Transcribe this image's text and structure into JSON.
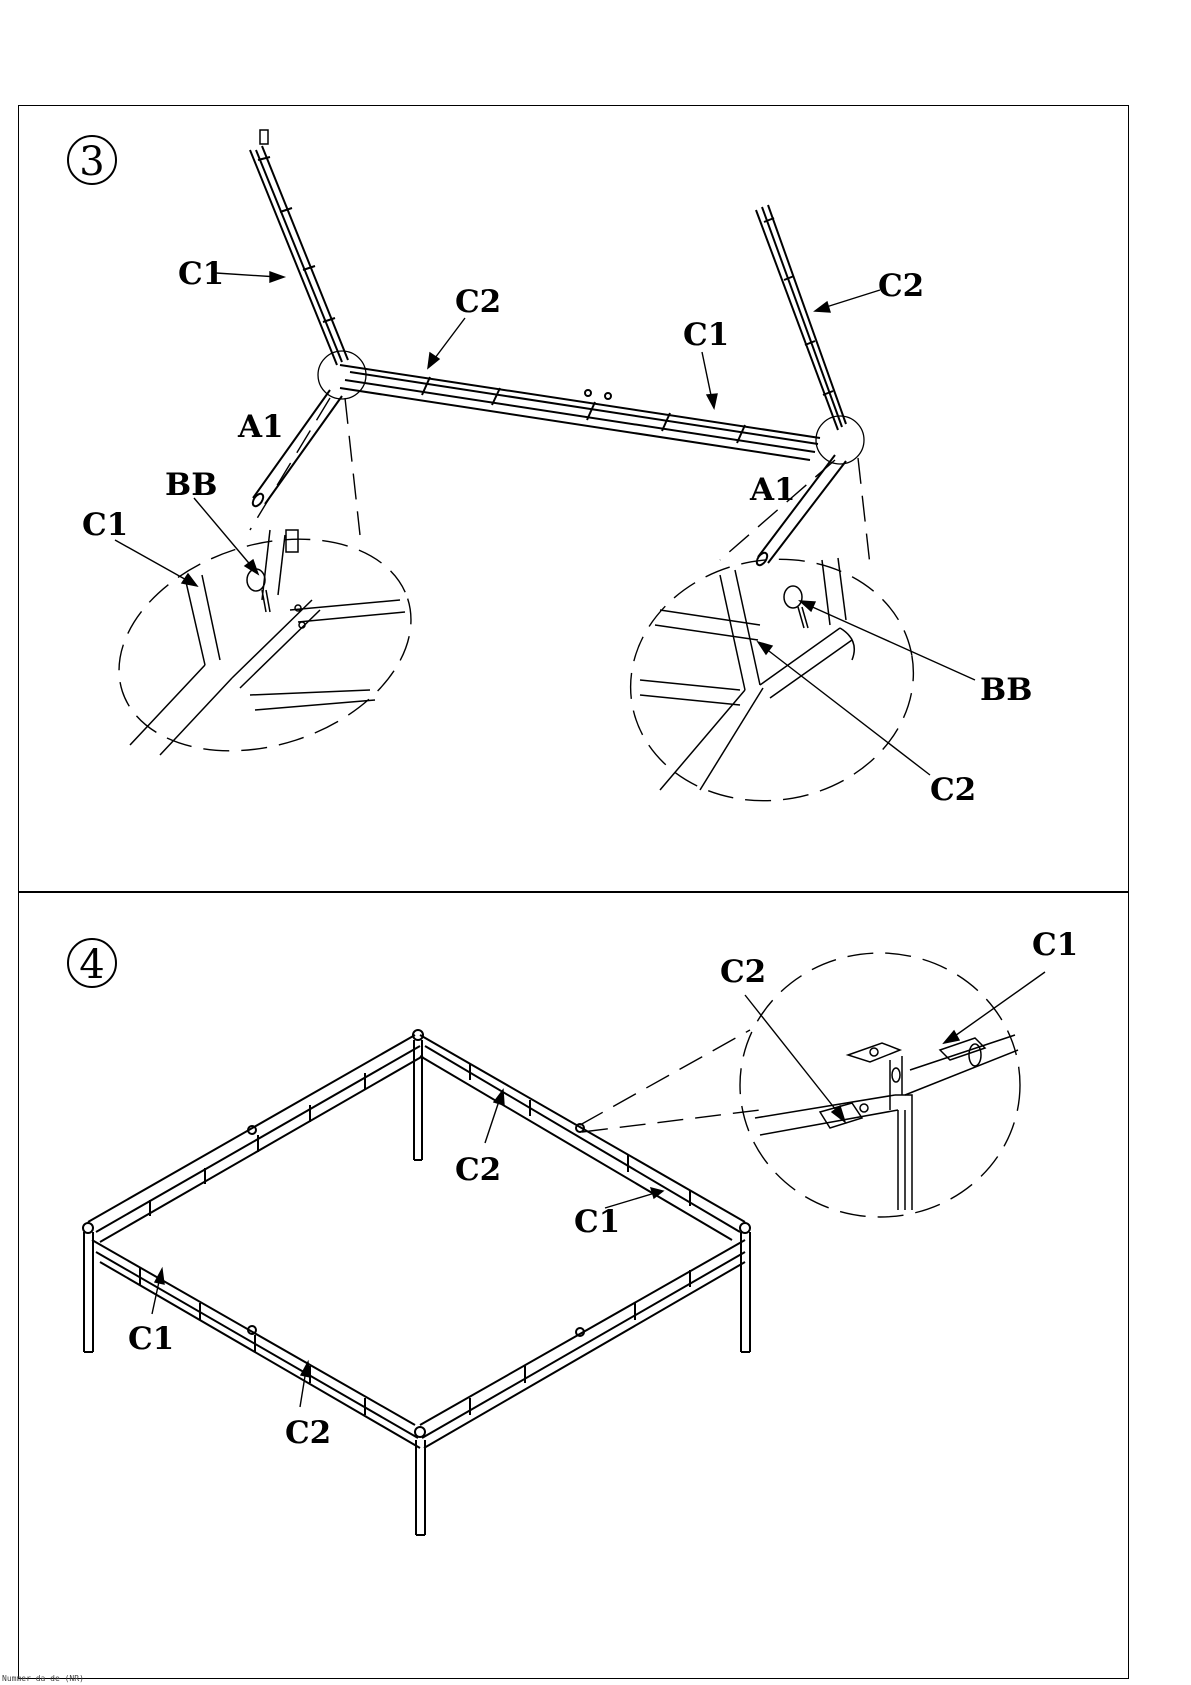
{
  "step3": {
    "number": "3",
    "labels": {
      "c1_top_left": "C1",
      "c2_top_mid": "C2",
      "c1_top_mid": "C1",
      "c2_top_right": "C2",
      "a1_left": "A1",
      "a1_right": "A1",
      "bb_left": "BB",
      "c1_detail_left": "C1",
      "bb_right": "BB",
      "c2_detail_right": "C2"
    }
  },
  "step4": {
    "number": "4",
    "labels": {
      "c2_detail": "C2",
      "c1_detail": "C1",
      "c2_back": "C2",
      "c1_right": "C1",
      "c1_front_left": "C1",
      "c2_front": "C2"
    }
  },
  "footer": "Nummer da de (NR)"
}
